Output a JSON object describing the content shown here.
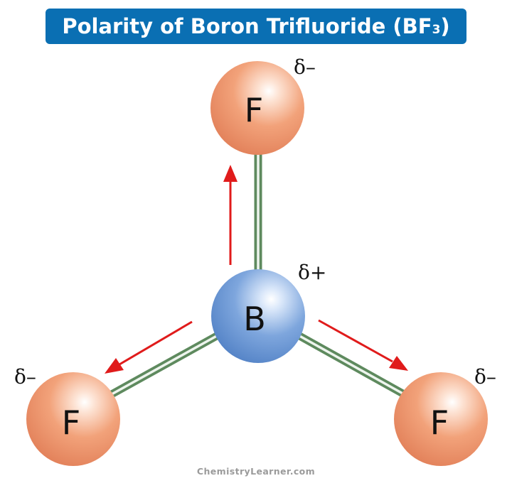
{
  "title": {
    "main": "Polarity of Boron Trifluoride (BF",
    "subscript": "3",
    "close": ")"
  },
  "atoms": {
    "top": {
      "symbol": "F",
      "charge": "δ–"
    },
    "center": {
      "symbol": "B",
      "charge": "δ+"
    },
    "left": {
      "symbol": "F",
      "charge": "δ–"
    },
    "right": {
      "symbol": "F",
      "charge": "δ–"
    }
  },
  "colors": {
    "banner": "#0a6fb3",
    "fluorine": "#f2a27a",
    "boron": "#7ea6dd",
    "bond": "#8fb58f",
    "dipole_arrow": "#e01b1b"
  },
  "watermark": "ChemistryLearner.com"
}
